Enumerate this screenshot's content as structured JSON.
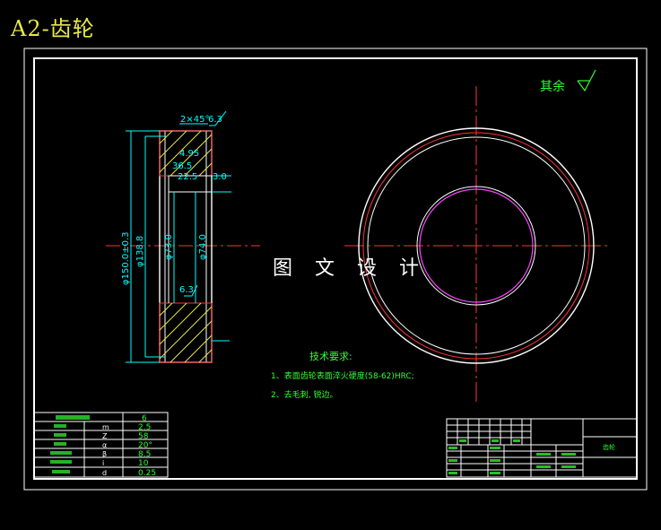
{
  "title": "A2-齿轮",
  "watermark": "图 文 设 计",
  "surface_note": "其余",
  "section_view": {
    "chamfer": "2×45°",
    "roughness_top": "6.3",
    "roughness_bore": "6.3",
    "dim_outer": "φ150.0±0.3",
    "dim_root": "φ138.8",
    "dim_bore_left": "φ73.0",
    "dim_bore_right": "φ74.0",
    "dim_hub": "3.0",
    "hub_label_1": "4.95",
    "hub_label_2": "36.5",
    "hub_label_3": "22.5"
  },
  "tech_requirements": {
    "heading": "技术要求:",
    "items": [
      "1、表面齿轮表面淬火硬度(58-62)HRC;",
      "2、去毛刺, 锐边。"
    ]
  },
  "param_table": {
    "header_value": "6",
    "rows": [
      {
        "symbol": "m",
        "value": "2.5"
      },
      {
        "symbol": "Z",
        "value": "58"
      },
      {
        "symbol": "α",
        "value": "20°"
      },
      {
        "symbol": "β",
        "value": "8.5"
      },
      {
        "symbol": "i",
        "value": "10"
      },
      {
        "symbol": "d",
        "value": "0.25"
      }
    ]
  },
  "title_block": {
    "label": "齿轮"
  },
  "colors": {
    "frame": "#ffffff",
    "dimension": "#00ffff",
    "outline": "#ffffff",
    "hatch": "#e8e84a",
    "center_line": "#ff3333",
    "bore_circle": "#ff44ff",
    "note": "#33ff33"
  }
}
